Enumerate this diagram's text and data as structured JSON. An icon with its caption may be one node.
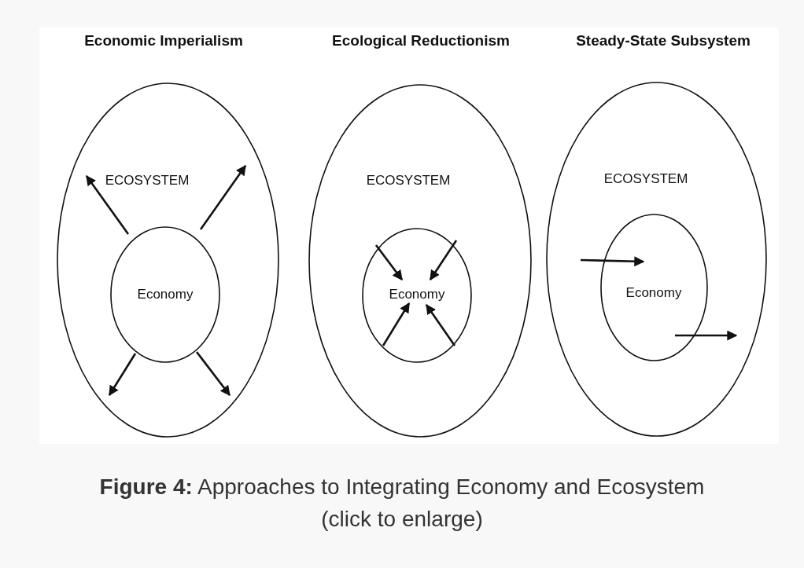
{
  "diagram": {
    "caption": "**Figure 4:** Approaches to Integrating Economy and Ecosystem (click to enlarge)",
    "nodes": [
      {
        "text": [
          "Economic Imperialism",
          "ECOSYSTEM"
        ]
      },
      {
        "text": [
          "Economy"
        ],
        "in": 0
      },
      {
        "text": [
          "Ecological Reductionism",
          "ECOSYSTEM"
        ]
      },
      {
        "text": [
          "Economy"
        ],
        "in": 2
      },
      {
        "text": [
          "Steady-State Subsystem",
          "ECOSYSTEM"
        ]
      },
      {
        "text": [
          "Economy"
        ],
        "in": 4
      }
    ],
    "edges": [
      {
        "from": 1,
        "to": null,
        "arrow": "to"
      },
      {
        "from": 1,
        "to": null,
        "arrow": "to"
      },
      {
        "from": 1,
        "to": null,
        "arrow": "to"
      },
      {
        "from": 1,
        "to": null,
        "arrow": "to"
      },
      {
        "from": null,
        "to": 3,
        "arrow": "to"
      },
      {
        "from": null,
        "to": 3,
        "arrow": "to"
      },
      {
        "from": null,
        "to": 3,
        "arrow": "to"
      },
      {
        "from": null,
        "to": 3,
        "arrow": "to"
      },
      {
        "from": null,
        "to": 5,
        "arrow": "to"
      },
      {
        "from": 5,
        "to": null,
        "arrow": "to"
      }
    ]
  }
}
